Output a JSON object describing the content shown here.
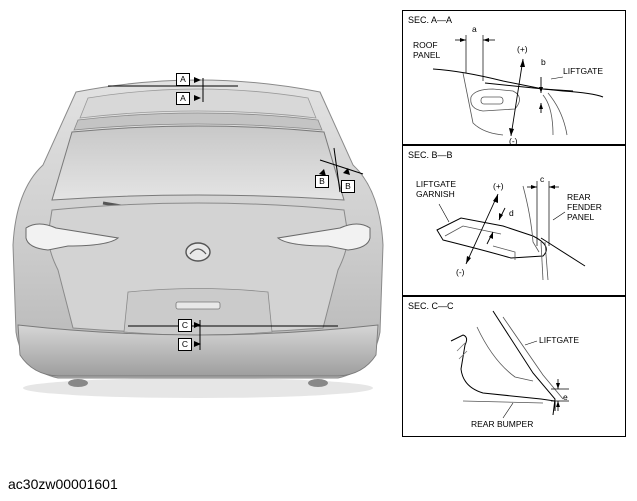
{
  "car": {
    "markers": {
      "a1": "A",
      "a2": "A",
      "b_left": "B",
      "b_right": "B",
      "c1": "C",
      "c2": "C"
    }
  },
  "sec_a": {
    "title": "SEC. A—A",
    "dim_a": "a",
    "dim_b": "b",
    "plus": "(+)",
    "minus": "(-)",
    "roof_panel": "ROOF\nPANEL",
    "liftgate": "LIFTGATE"
  },
  "sec_b": {
    "title": "SEC. B—B",
    "liftgate_garnish": "LIFTGATE\nGARNISH",
    "plus": "(+)",
    "minus": "(-)",
    "dim_c": "c",
    "dim_d": "d",
    "rear_fender_panel": "REAR\nFENDER\nPANEL"
  },
  "sec_c": {
    "title": "SEC. C—C",
    "liftgate": "LIFTGATE",
    "dim_e": "e",
    "rear_bumper": "REAR BUMPER"
  },
  "figure_id": "ac30zw00001601"
}
